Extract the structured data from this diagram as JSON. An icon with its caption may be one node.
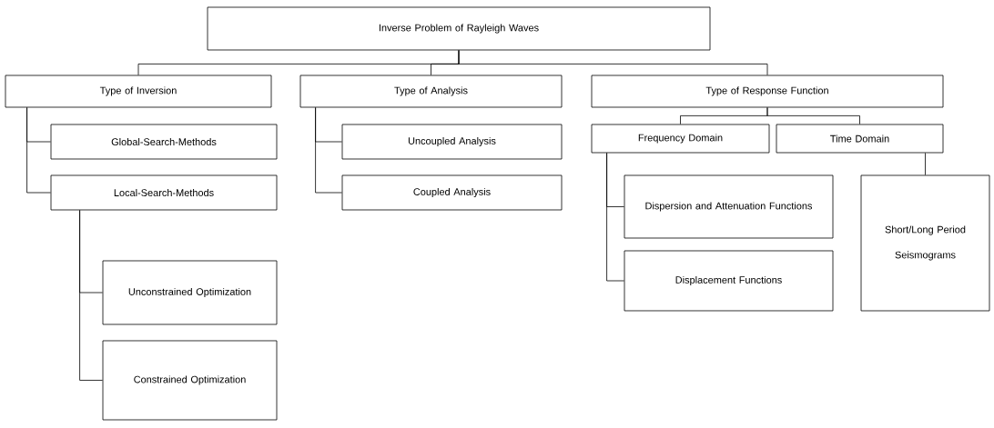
{
  "diagram": {
    "nodes": [
      {
        "text": [
          "Inverse Problem of Rayleigh Waves"
        ]
      },
      {
        "text": [
          "Type of Inversion"
        ]
      },
      {
        "text": [
          "Type of Analysis"
        ]
      },
      {
        "text": [
          "Type of Response Function"
        ]
      },
      {
        "text": [
          "Global-Search-Methods"
        ]
      },
      {
        "text": [
          "Local-Search-Methods"
        ]
      },
      {
        "text": [
          "Unconstrained Optimization"
        ]
      },
      {
        "text": [
          "Constrained Optimization"
        ]
      },
      {
        "text": [
          "Uncoupled Analysis"
        ]
      },
      {
        "text": [
          "Coupled Analysis"
        ]
      },
      {
        "text": [
          "Frequency Domain"
        ]
      },
      {
        "text": [
          "Time Domain"
        ]
      },
      {
        "text": [
          "Dispersion and Attenuation Functions"
        ]
      },
      {
        "text": [
          "Displacement Functions"
        ]
      },
      {
        "text": [
          "Short/Long Period Seismograms"
        ]
      }
    ],
    "edges": [
      {
        "from": 0,
        "to": 1,
        "arrow": "none"
      },
      {
        "from": 0,
        "to": 2,
        "arrow": "none"
      },
      {
        "from": 0,
        "to": 3,
        "arrow": "none"
      },
      {
        "from": 1,
        "to": 4,
        "arrow": "none"
      },
      {
        "from": 1,
        "to": 5,
        "arrow": "none"
      },
      {
        "from": 5,
        "to": 6,
        "arrow": "none"
      },
      {
        "from": 5,
        "to": 7,
        "arrow": "none"
      },
      {
        "from": 2,
        "to": 8,
        "arrow": "none"
      },
      {
        "from": 2,
        "to": 9,
        "arrow": "none"
      },
      {
        "from": 3,
        "to": 10,
        "arrow": "none"
      },
      {
        "from": 3,
        "to": 11,
        "arrow": "none"
      },
      {
        "from": 10,
        "to": 12,
        "arrow": "none"
      },
      {
        "from": 10,
        "to": 13,
        "arrow": "none"
      },
      {
        "from": 11,
        "to": 14,
        "arrow": "none"
      }
    ]
  }
}
